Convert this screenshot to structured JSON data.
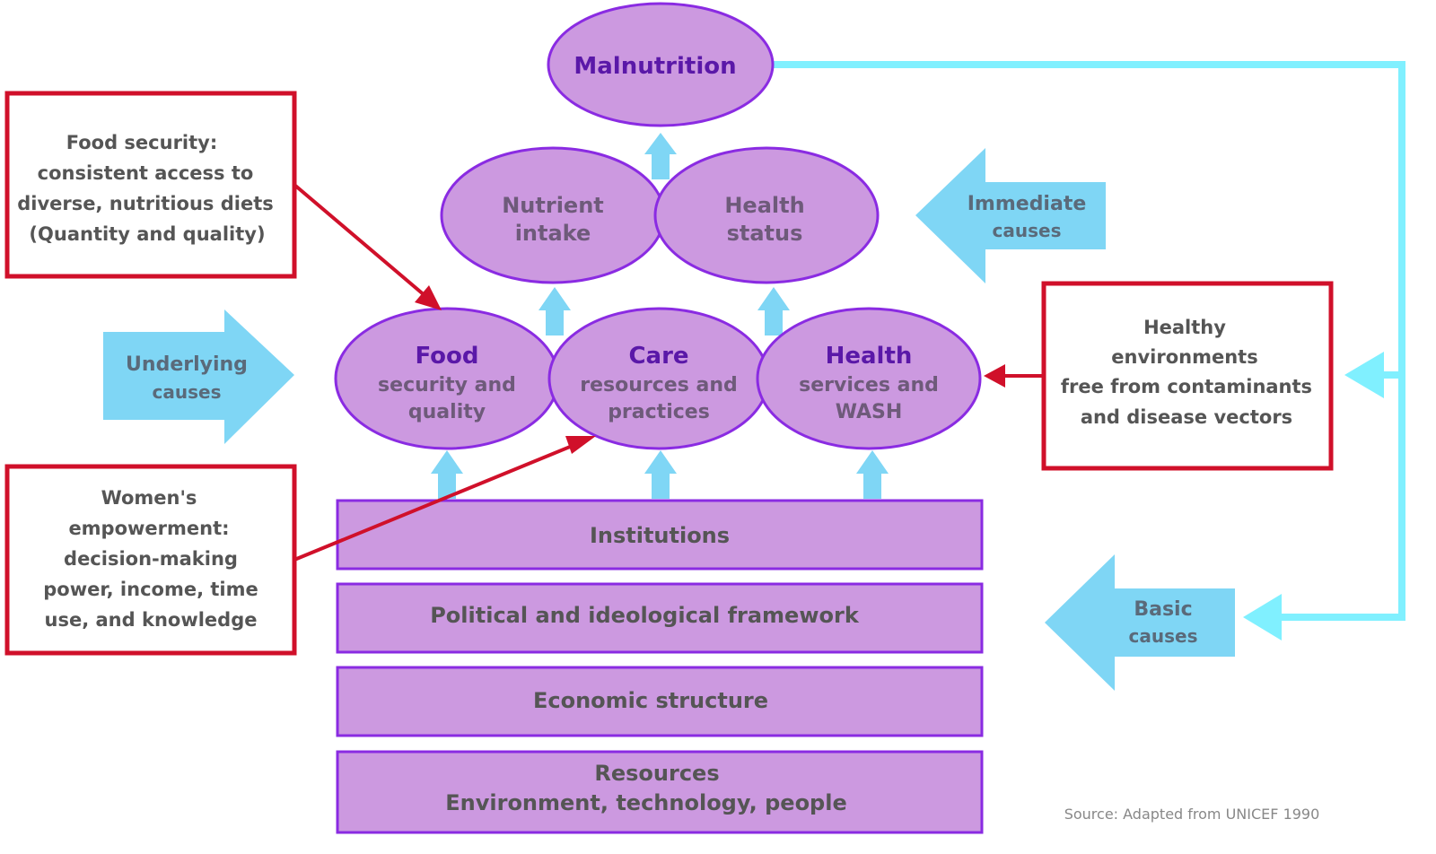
{
  "top": {
    "malnutrition": "Malnutrition"
  },
  "immediate": {
    "nutrient": [
      "Nutrient",
      "intake"
    ],
    "health_status": [
      "Health",
      "status"
    ],
    "arrow_label": [
      "Immediate",
      "causes"
    ]
  },
  "underlying": {
    "food": {
      "title": "Food",
      "sub": [
        "security and",
        "quality"
      ]
    },
    "care": {
      "title": "Care",
      "sub": [
        "resources and",
        "practices"
      ]
    },
    "health": {
      "title": "Health",
      "sub": [
        "services and",
        "WASH"
      ]
    },
    "arrow_label": [
      "Underlying",
      "causes"
    ]
  },
  "basic": {
    "layers": [
      "Institutions",
      "Political and ideological framework",
      "Economic structure"
    ],
    "resources": [
      "Resources",
      "Environment, technology, people"
    ],
    "arrow_label": [
      "Basic",
      "causes"
    ]
  },
  "callouts": {
    "food_security": [
      "Food security:",
      "consistent access to",
      "diverse, nutritious diets",
      "(Quantity and quality)"
    ],
    "women": [
      "Women's",
      "empowerment:",
      "decision-making",
      "power, income, time",
      "use, and knowledge"
    ],
    "environment": [
      "Healthy",
      "environments",
      "free from contaminants",
      "and disease vectors"
    ]
  },
  "source": "Source: Adapted from UNICEF 1990",
  "colors": {
    "purple_fill": "#cc99e0",
    "purple_stroke": "#8a2be2",
    "red": "#d0102a",
    "cyan": "#7fd6f5",
    "cyan_line": "#80f0ff"
  }
}
